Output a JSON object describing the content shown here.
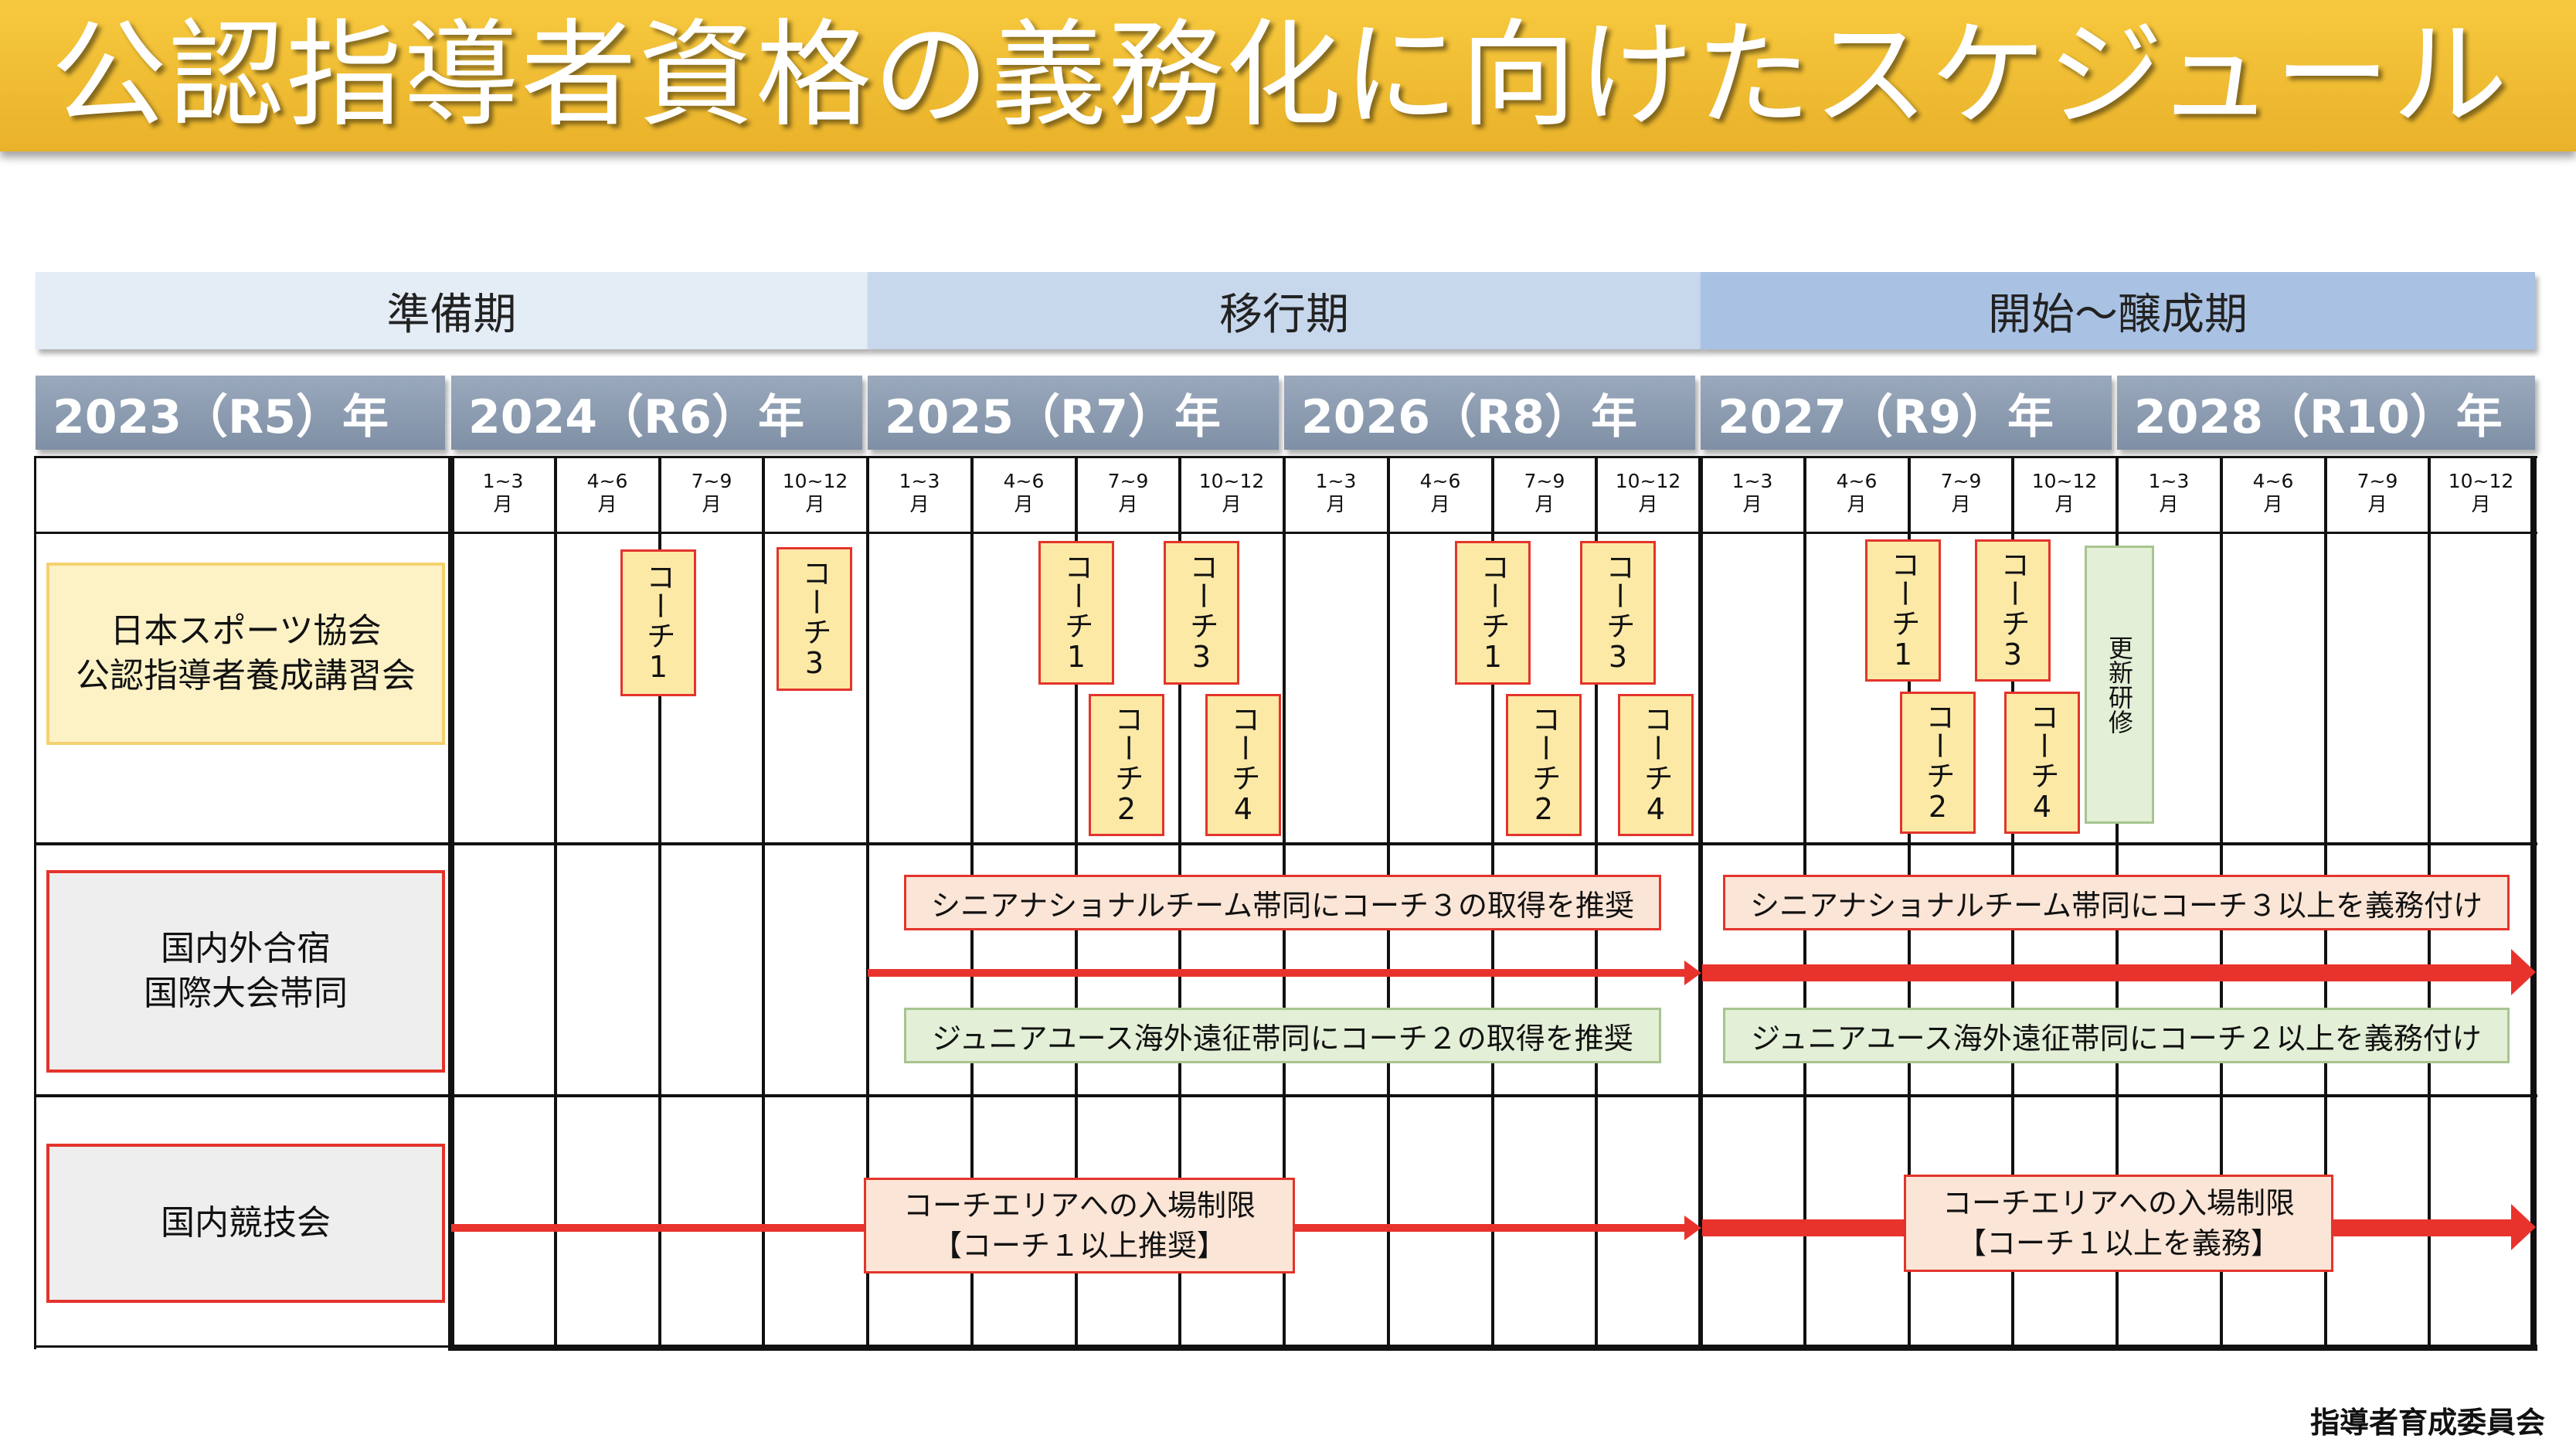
{
  "title": "公認指導者資格の義務化に向けたスケジュール",
  "phases": [
    {
      "label": "準備期",
      "color": "#e4ecf6"
    },
    {
      "label": "移行期",
      "color": "#c7d7ec"
    },
    {
      "label": "開始〜醸成期",
      "color": "#a9c2e4"
    }
  ],
  "years": [
    "2023（R5）年",
    "2024（R6）年",
    "2025（R7）年",
    "2026（R8）年",
    "2027（R9）年",
    "2028（R10）年"
  ],
  "months": [
    {
      "r": "1~3",
      "u": "月"
    },
    {
      "r": "4~6",
      "u": "月"
    },
    {
      "r": "7~9",
      "u": "月"
    },
    {
      "r": "10~12",
      "u": "月"
    }
  ],
  "rows": {
    "jsa": {
      "label": "日本スポーツ協会\n公認指導者養成講習会",
      "bg": "#fdf2c6",
      "border": "#f4d16f"
    },
    "intl": {
      "label": "国内外合宿\n国際大会帯同",
      "bg": "#eeeeee",
      "border": "#e3342c"
    },
    "domestic": {
      "label": "国内競技会",
      "bg": "#eeeeee",
      "border": "#e3342c"
    }
  },
  "coach_labels": {
    "c1": "コーチ1",
    "c2": "コーチ2",
    "c3": "コーチ3",
    "c4": "コーチ4",
    "renew": "更新研修"
  },
  "notes": {
    "senior_recommend": "シニアナショナルチーム帯同にコーチ３の取得を推奨",
    "senior_mandatory": "シニアナショナルチーム帯同にコーチ３以上を義務付け",
    "junior_recommend": "ジュニアユース海外遠征帯同にコーチ２の取得を推奨",
    "junior_mandatory": "ジュニアユース海外遠征帯同にコーチ２以上を義務付け",
    "area_recommend_1": "コーチエリアへの入場制限",
    "area_recommend_2": "【コーチ１以上推奨】",
    "area_mandatory_1": "コーチエリアへの入場制限",
    "area_mandatory_2": "【コーチ１以上を義務】"
  },
  "footer": "指導者育成委員会",
  "colors": {
    "arrow": "#e8332c",
    "title_bg": "#f2c037",
    "coach_fill": "#fde9a6"
  }
}
